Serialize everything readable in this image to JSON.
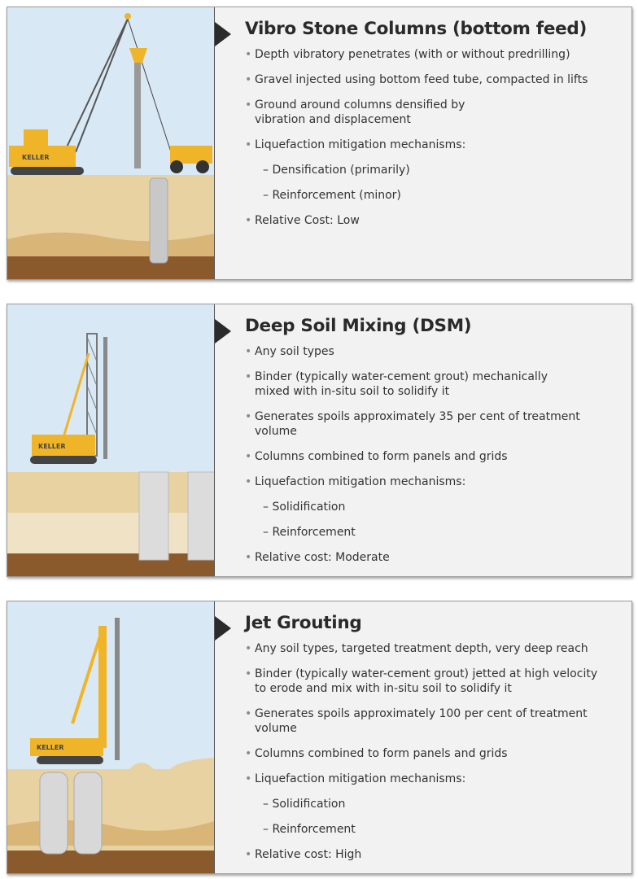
{
  "cards": [
    {
      "title": "Vibro Stone Columns (bottom feed)",
      "items": [
        {
          "text": "Depth vibratory penetrates (with or without predrilling)",
          "sub": false
        },
        {
          "text": "Gravel injected using bottom feed tube, compacted in lifts",
          "sub": false
        },
        {
          "text": "Ground around columns densified by\n vibration and displacement",
          "sub": false
        },
        {
          "text": "Liquefaction mitigation mechanisms:",
          "sub": false
        },
        {
          "text": "– Densification (primarily)",
          "sub": true
        },
        {
          "text": "– Reinforcement (minor)",
          "sub": true
        },
        {
          "text": "Relative Cost: Low",
          "sub": false
        }
      ]
    },
    {
      "title": "Deep Soil Mixing (DSM)",
      "items": [
        {
          "text": "Any soil types",
          "sub": false
        },
        {
          "text": "Binder (typically water-cement grout) mechanically\n mixed with in-situ soil to solidify it",
          "sub": false
        },
        {
          "text": "Generates spoils approximately 35 per cent of treatment volume",
          "sub": false
        },
        {
          "text": "Columns combined to form panels and grids",
          "sub": false
        },
        {
          "text": "Liquefaction mitigation mechanisms:",
          "sub": false
        },
        {
          "text": "– Solidification",
          "sub": true
        },
        {
          "text": "– Reinforcement",
          "sub": true
        },
        {
          "text": "Relative cost: Moderate",
          "sub": false
        }
      ]
    },
    {
      "title": "Jet Grouting",
      "items": [
        {
          "text": "Any soil types, targeted treatment depth, very deep reach",
          "sub": false
        },
        {
          "text": "Binder (typically water-cement grout) jetted at high velocity\n to erode and mix with in-situ soil to solidify it",
          "sub": false
        },
        {
          "text": "Generates spoils approximately 100 per cent of treatment volume",
          "sub": false
        },
        {
          "text": "Columns combined to form panels and grids",
          "sub": false
        },
        {
          "text": "Liquefaction mitigation mechanisms:",
          "sub": false
        },
        {
          "text": "– Solidification",
          "sub": true
        },
        {
          "text": "– Reinforcement",
          "sub": true
        },
        {
          "text": "Relative cost: High",
          "sub": false
        }
      ]
    }
  ],
  "brand_label": "KELLER",
  "colors": {
    "sky": "#d9e8f5",
    "sand": "#e8d2a2",
    "sand_light": "#f0e2c4",
    "dark_soil": "#8a5a2c",
    "machine_yellow": "#f0b428",
    "column_grey": "#c8c8c8"
  }
}
